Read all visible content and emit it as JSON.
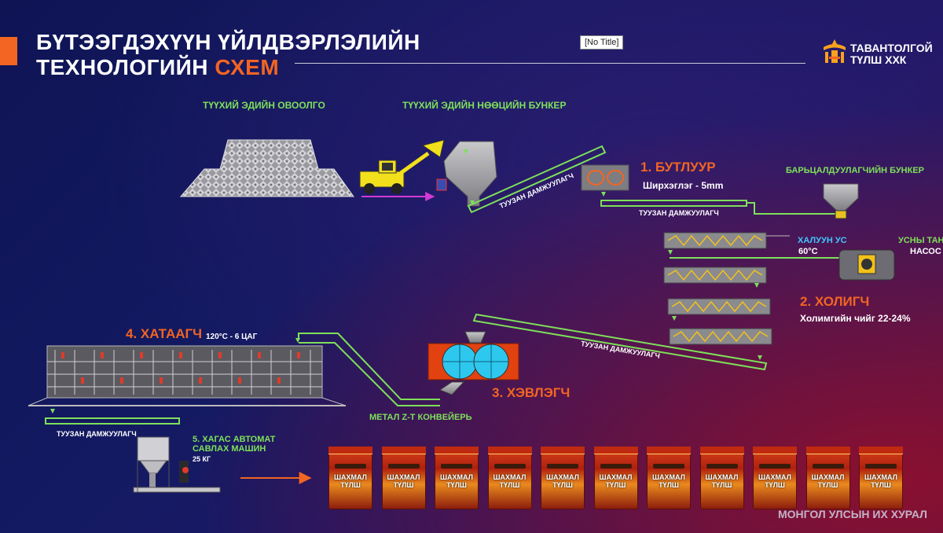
{
  "header": {
    "title_line1": "БҮТЭЭГДЭХҮҮН ҮЙЛДВЭРЛЭЛИЙН",
    "title_line2_main": "ТЕХНОЛОГИЙН ",
    "title_line2_accent": "СХЕМ",
    "no_title": "[No Title]",
    "logo_line1": "ТАВАНТОЛГОЙ",
    "logo_line2": "ТҮЛШ ХХК"
  },
  "labels": {
    "raw_pile": "ТҮҮХИЙ ЭДИЙН ОВООЛГО",
    "raw_bunker": "ТҮҮХИЙ ЭДИЙН НӨӨЦИЙН БУНКЕР",
    "conveyor_1": "ТУУЗАН ДАМЖУУЛАГЧ",
    "crusher": "1. БУТЛУУР",
    "crusher_spec": "Ширхэглэг - 5mm",
    "conveyor_2": "ТУУЗАН ДАМЖУУЛАГЧ",
    "binder_bunker": "БАРЬЦАЛДУУЛАГЧИЙН БУНКЕР",
    "hot_water": "ХАЛУУН УС",
    "hot_water_temp": "60°C",
    "water_tank": "УСНЫ ТАНК",
    "pump": "НАСОС",
    "mixer": "2. ХОЛИГЧ",
    "mixer_spec": "Холимгийн чийг 22-24%",
    "conveyor_3": "ТУУЗАН ДАМЖУУЛАГЧ",
    "press": "3. ХЭВЛЭГЧ",
    "metal_conveyor": "МЕТАЛ Z-Т КОНВЕЙЕРЬ",
    "dryer": "4. ХАТААГЧ",
    "dryer_spec": "120°C - 6 ЦАГ",
    "conveyor_4": "ТУУЗАН ДАМЖУУЛАГЧ",
    "packer_line1": "5. ХАГАС АВТОМАТ",
    "packer_line2": "САВЛАХ МАШИН",
    "packer_weight": "25 КГ"
  },
  "product": {
    "bag_name_line1": "ШАХМАЛ",
    "bag_name_line2": "ТҮЛШ",
    "bag_count": 11
  },
  "footer": "МОНГОЛ УЛСЫН ИХ ХУРАЛ",
  "colors": {
    "accent": "#f26522",
    "green": "#7ee05a",
    "blue": "#3fc8ff",
    "background": "#141a62"
  }
}
